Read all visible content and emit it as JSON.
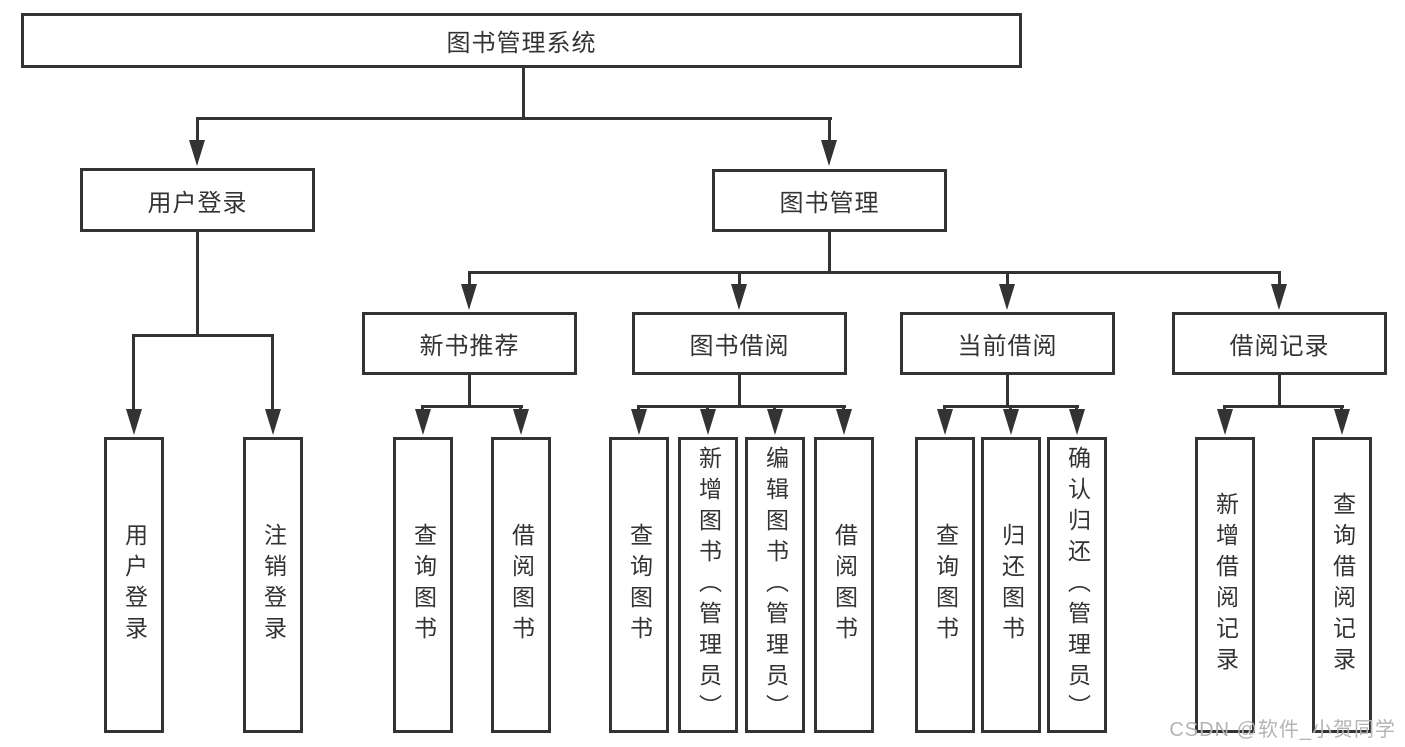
{
  "diagram": {
    "root": {
      "label": "图书管理系统"
    },
    "level2": [
      {
        "label": "用户登录"
      },
      {
        "label": "图书管理"
      }
    ],
    "level3": [
      {
        "label": "新书推荐"
      },
      {
        "label": "图书借阅"
      },
      {
        "label": "当前借阅"
      },
      {
        "label": "借阅记录"
      }
    ],
    "leaves": {
      "user_login": [
        "用户登录",
        "注销登录"
      ],
      "new_books": [
        "查询图书",
        "借阅图书"
      ],
      "book_borrow": [
        "查询图书",
        "新增图书（管理员）",
        "编辑图书（管理员）",
        "借阅图书"
      ],
      "current_borrow": [
        "查询图书",
        "归还图书",
        "确认归还（管理员）"
      ],
      "borrow_records": [
        "新增借阅记录",
        "查询借阅记录"
      ]
    }
  },
  "watermark": {
    "text": "CSDN @软件_小贺同学"
  },
  "colors": {
    "line": "#333333",
    "text": "#333333",
    "watermark": "#b4b4b4",
    "background": "#ffffff"
  }
}
